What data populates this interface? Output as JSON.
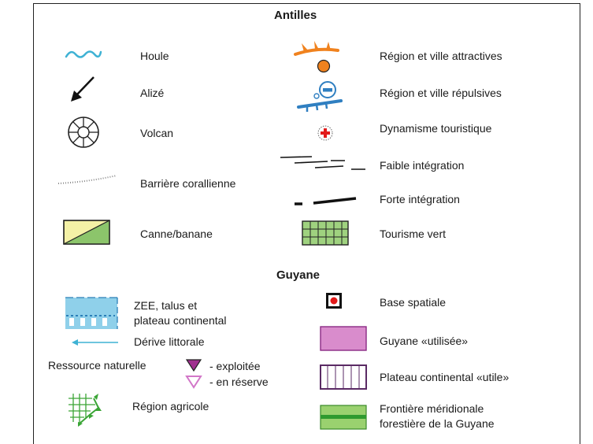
{
  "antilles": {
    "title": "Antilles",
    "houle": "Houle",
    "alize": "Alizé",
    "volcan": "Volcan",
    "barriere": "Barrière corallienne",
    "canne": "Canne/banane",
    "region_attractive": "Région et ville attractives",
    "region_repulsive": "Région et ville répulsives",
    "dynamisme": "Dynamisme touristique",
    "faible": "Faible intégration",
    "forte": "Forte intégration",
    "tourisme": "Tourisme vert"
  },
  "guyane": {
    "title": "Guyane",
    "zee_line1": "ZEE, talus et",
    "zee_line2": "plateau continental",
    "derive": "Dérive littorale",
    "ressource": "Ressource naturelle",
    "exploitee": "- exploitée",
    "reserve": "- en réserve",
    "agricole": "Région agricole",
    "base": "Base spatiale",
    "utilisee": "Guyane «utilisée»",
    "plateau_utile": "Plateau continental «utile»",
    "frontiere_line1": "Frontière méridionale",
    "frontiere_line2": "forestière de la Guyane"
  },
  "colors": {
    "houle": "#3fb2d4",
    "attractive": "#f0821e",
    "repulsive": "#2f7fc1",
    "canne_yellow": "#f4f1a6",
    "canne_green": "#8cc56b",
    "tourisme_green": "#9fd27f",
    "zee": "#8fd0ea",
    "ressource": "#a0308f",
    "agricole": "#3aa535",
    "utilisee": "#d98ccc",
    "frontiere": "#9ad16f"
  }
}
